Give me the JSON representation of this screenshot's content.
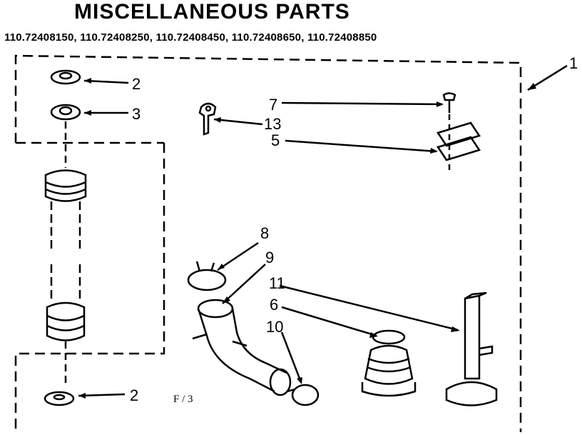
{
  "header": {
    "title": "MISCELLANEOUS PARTS",
    "models": "110.72408150, 110.72408250, 110.72408450, 110.72408650, 110.72408850"
  },
  "callouts": {
    "c1": "1",
    "c2a": "2",
    "c3": "3",
    "c7": "7",
    "c13": "13",
    "c5": "5",
    "c8": "8",
    "c9": "9",
    "c11": "11",
    "c6": "6",
    "c10": "10",
    "c2b": "2"
  },
  "page_ref": "F / 3"
}
